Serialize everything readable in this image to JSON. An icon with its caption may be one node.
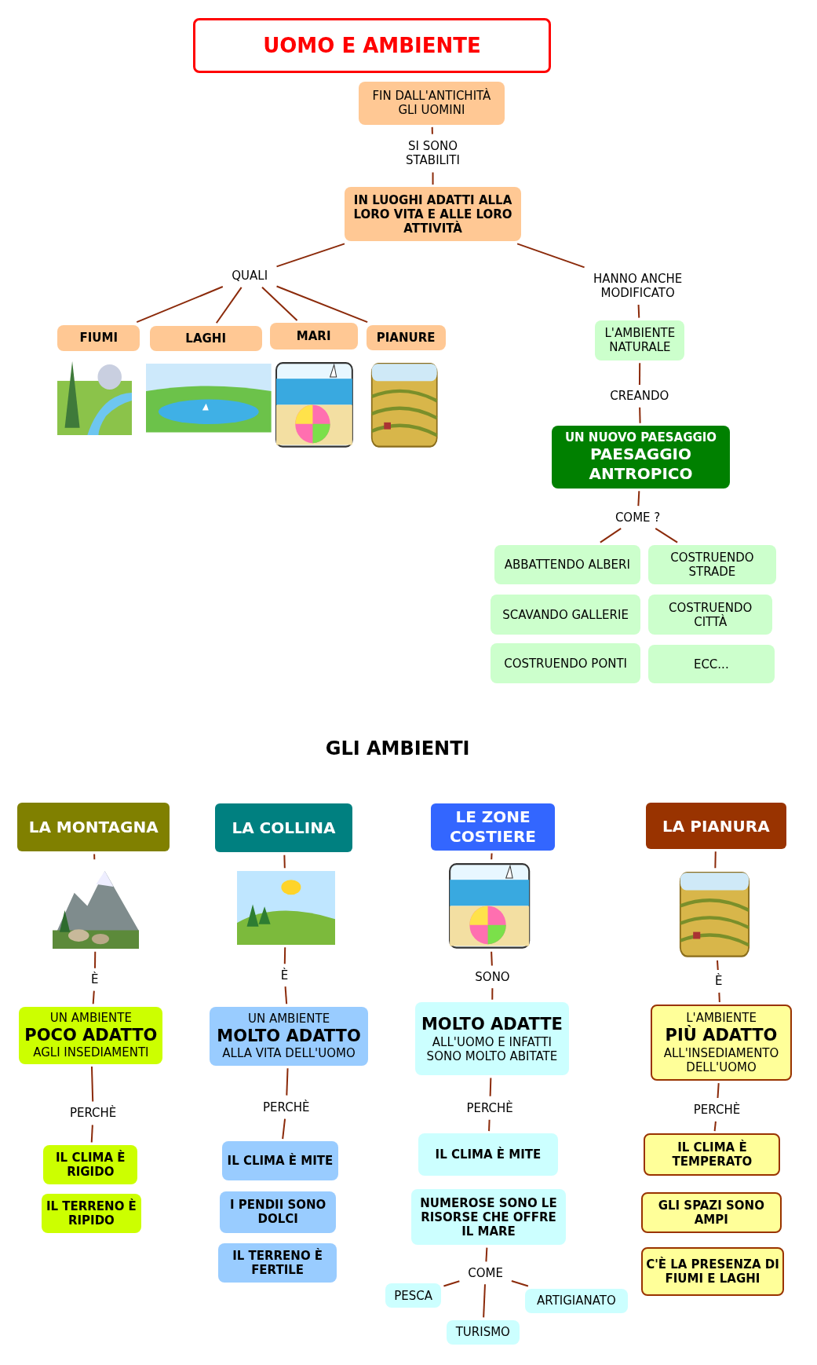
{
  "diagram": {
    "title": "UOMO E AMBIENTE",
    "nodes": [
      {
        "text": [
          "FIN DALL'ANTICHITÀ GLI UOMINI"
        ]
      },
      {
        "text": [
          "SI SONO STABILITI"
        ]
      },
      {
        "text": [
          "IN LUOGHI ADATTI ALLA LORO VITA E ALLE LORO ATTIVITÀ"
        ]
      },
      {
        "text": [
          "QUALI"
        ]
      },
      {
        "text": [
          "HANNO ANCHE MODIFICATO"
        ]
      },
      {
        "text": [
          "FIUMI"
        ]
      },
      {
        "text": [
          "LAGHI"
        ]
      },
      {
        "text": [
          "MARI"
        ]
      },
      {
        "text": [
          "PIANURE"
        ]
      },
      {
        "text": [
          "L'AMBIENTE NATURALE"
        ]
      },
      {
        "text": [
          "CREANDO"
        ]
      },
      {
        "text": [
          "UN NUOVO PAESAGGIO",
          "PAESAGGIO ANTROPICO"
        ]
      },
      {
        "text": [
          "COME ?"
        ]
      },
      {
        "text": [
          "ABBATTENDO ALBERI"
        ]
      },
      {
        "text": [
          "COSTRUENDO STRADE"
        ]
      },
      {
        "text": [
          "SCAVANDO GALLERIE"
        ]
      },
      {
        "text": [
          "COSTRUENDO CITTÀ"
        ]
      },
      {
        "text": [
          "COSTRUENDO PONTI"
        ]
      },
      {
        "text": [
          "ECC..."
        ]
      },
      {
        "text": [
          "LA MONTAGNA"
        ]
      },
      {
        "text": [],
        "shape": "picture"
      },
      {
        "text": [
          "È"
        ]
      },
      {
        "text": [
          "UN AMBIENTE",
          "POCO ADATTO",
          "AGLI INSEDIAMENTI"
        ]
      },
      {
        "text": [
          "PERCHÈ"
        ]
      },
      {
        "text": [
          "IL CLIMA È RIGIDO"
        ]
      },
      {
        "text": [
          "IL TERRENO È RIPIDO"
        ]
      },
      {
        "text": [
          "LA COLLINA"
        ]
      },
      {
        "text": [],
        "shape": "picture"
      },
      {
        "text": [
          "È"
        ]
      },
      {
        "text": [
          "UN AMBIENTE",
          "MOLTO ADATTO",
          "ALLA VITA DELL'UOMO"
        ]
      },
      {
        "text": [
          "PERCHÈ"
        ]
      },
      {
        "text": [
          "IL CLIMA È MITE"
        ]
      },
      {
        "text": [
          "I PENDII SONO DOLCI"
        ]
      },
      {
        "text": [
          "IL TERRENO È FERTILE"
        ]
      },
      {
        "text": [
          "LE ZONE COSTIERE"
        ]
      },
      {
        "text": [],
        "shape": "picture"
      },
      {
        "text": [
          "SONO"
        ]
      },
      {
        "text": [
          "MOLTO ADATTE",
          "ALL'UOMO E INFATTI SONO MOLTO ABITATE"
        ]
      },
      {
        "text": [
          "PERCHÈ"
        ]
      },
      {
        "text": [
          "IL CLIMA È MITE"
        ]
      },
      {
        "text": [
          "NUMEROSE SONO LE RISORSE CHE OFFRE IL MARE"
        ]
      },
      {
        "text": [
          "COME"
        ]
      },
      {
        "text": [
          "PESCA"
        ]
      },
      {
        "text": [
          "TURISMO"
        ]
      },
      {
        "text": [
          "ARTIGIANATO"
        ]
      },
      {
        "text": [
          "LA PIANURA"
        ]
      },
      {
        "text": [],
        "shape": "picture"
      },
      {
        "text": [
          "È"
        ]
      },
      {
        "text": [
          "L'AMBIENTE",
          "PIÙ ADATTO",
          "ALL'INSEDIAMENTO DELL'UOMO"
        ]
      },
      {
        "text": [
          "PERCHÈ"
        ]
      },
      {
        "text": [
          "IL CLIMA È TEMPERATO"
        ]
      },
      {
        "text": [
          "GLI SPAZI SONO AMPI"
        ]
      },
      {
        "text": [
          "C'È LA PRESENZA DI FIUMI E LAGHI"
        ]
      }
    ],
    "edges": [
      {
        "from": 0,
        "to": 1,
        "arrow": "none"
      },
      {
        "from": 1,
        "to": 2,
        "arrow": "none"
      },
      {
        "from": 2,
        "to": 3,
        "arrow": "none"
      },
      {
        "from": 2,
        "to": 4,
        "arrow": "none"
      },
      {
        "from": 3,
        "to": 5,
        "arrow": "none"
      },
      {
        "from": 3,
        "to": 6,
        "arrow": "none"
      },
      {
        "from": 3,
        "to": 7,
        "arrow": "none"
      },
      {
        "from": 3,
        "to": 8,
        "arrow": "none"
      },
      {
        "from": 4,
        "to": 9,
        "arrow": "none"
      },
      {
        "from": 9,
        "to": 10,
        "arrow": "none"
      },
      {
        "from": 10,
        "to": 11,
        "arrow": "none"
      },
      {
        "from": 11,
        "to": 12,
        "arrow": "none"
      },
      {
        "from": 12,
        "to": 13,
        "arrow": "none"
      },
      {
        "from": 12,
        "to": 14,
        "arrow": "none"
      },
      {
        "from": 19,
        "to": 20,
        "arrow": "none"
      },
      {
        "from": 20,
        "to": 21,
        "arrow": "none"
      },
      {
        "from": 21,
        "to": 22,
        "arrow": "none"
      },
      {
        "from": 22,
        "to": 23,
        "arrow": "none"
      },
      {
        "from": 23,
        "to": 24,
        "arrow": "none"
      },
      {
        "from": 26,
        "to": 27,
        "arrow": "none"
      },
      {
        "from": 27,
        "to": 28,
        "arrow": "none"
      },
      {
        "from": 28,
        "to": 29,
        "arrow": "none"
      },
      {
        "from": 29,
        "to": 30,
        "arrow": "none"
      },
      {
        "from": 30,
        "to": 31,
        "arrow": "none"
      },
      {
        "from": 34,
        "to": 35,
        "arrow": "none"
      },
      {
        "from": 35,
        "to": 36,
        "arrow": "none"
      },
      {
        "from": 36,
        "to": 37,
        "arrow": "none"
      },
      {
        "from": 37,
        "to": 38,
        "arrow": "none"
      },
      {
        "from": 38,
        "to": 39,
        "arrow": "none"
      },
      {
        "from": 40,
        "to": 41,
        "arrow": "none"
      },
      {
        "from": 41,
        "to": 42,
        "arrow": "none"
      },
      {
        "from": 41,
        "to": 43,
        "arrow": "none"
      },
      {
        "from": 41,
        "to": 44,
        "arrow": "none"
      },
      {
        "from": 45,
        "to": 46,
        "arrow": "none"
      },
      {
        "from": 46,
        "to": 47,
        "arrow": "none"
      },
      {
        "from": 47,
        "to": 48,
        "arrow": "none"
      },
      {
        "from": 48,
        "to": 49,
        "arrow": "none"
      },
      {
        "from": 49,
        "to": 50,
        "arrow": "none"
      }
    ],
    "labels": [
      "GLI AMBIENTI"
    ]
  }
}
